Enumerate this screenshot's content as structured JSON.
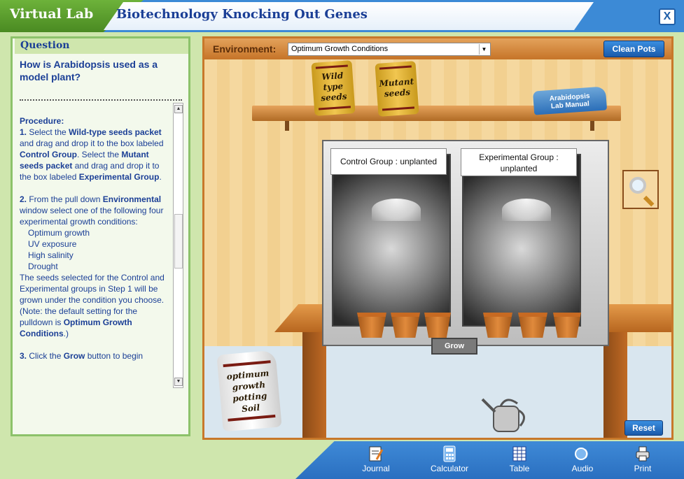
{
  "header": {
    "brand": "Virtual Lab",
    "title": "Biotechnology Knocking Out Genes",
    "close_label": "X"
  },
  "question": {
    "tab_label": "Question",
    "text": "How is Arabidopsis used as a model plant?"
  },
  "procedure": {
    "heading": "Procedure:",
    "step1_num": "1.",
    "step1_a": " Select the ",
    "step1_b": "Wild-type seeds packet",
    "step1_c": " and drag and drop it to the box labeled ",
    "step1_d": "Control Group",
    "step1_e": ". Select the ",
    "step1_f": "Mutant seeds packet",
    "step1_g": " and drag and drop it to the box labeled ",
    "step1_h": "Experimental Group",
    "step1_i": ".",
    "step2_num": "2.",
    "step2_a": " From the pull down ",
    "step2_b": "Environmental",
    "step2_c": "  window select one of the following four experimental growth conditions:",
    "conditions": [
      "Optimum growth",
      "UV exposure",
      "High salinity",
      "Drought"
    ],
    "step2_d": "The seeds selected for the Control and Experimental groups in Step 1 will be grown under the condition you choose. (Note: the default setting for the pulldown is ",
    "step2_e": "Optimum Growth Conditions",
    "step2_f": ".)",
    "step3_num": "3.",
    "step3_a": " Click the ",
    "step3_b": "Grow",
    "step3_c": " button to begin"
  },
  "environment": {
    "label": "Environment:",
    "selected": "Optimum Growth Conditions"
  },
  "buttons": {
    "clean_pots": "Clean Pots",
    "grow": "Grow",
    "reset": "Reset"
  },
  "seeds": {
    "wild_type_l1": "Wild",
    "wild_type_l2": "type",
    "wild_type_l3": "seeds",
    "mutant_l1": "Mutant",
    "mutant_l2": "seeds"
  },
  "manual": {
    "line1": "Arabidopsis",
    "line2": "Lab Manual"
  },
  "chamber": {
    "control_label": "Control Group : unplanted",
    "experimental_label": "Experimental Group : unplanted"
  },
  "soil": {
    "line1": "optimum",
    "line2": "growth",
    "line3": "potting",
    "line4": "Soil"
  },
  "toolbar": {
    "journal": "Journal",
    "calculator": "Calculator",
    "table": "Table",
    "audio": "Audio",
    "print": "Print"
  },
  "colors": {
    "header_blue": "#3c8ad6",
    "brand_green": "#6db23a",
    "panel_border": "#8cc26a",
    "main_border": "#c8782a",
    "button_blue": "#1b5aaa"
  }
}
